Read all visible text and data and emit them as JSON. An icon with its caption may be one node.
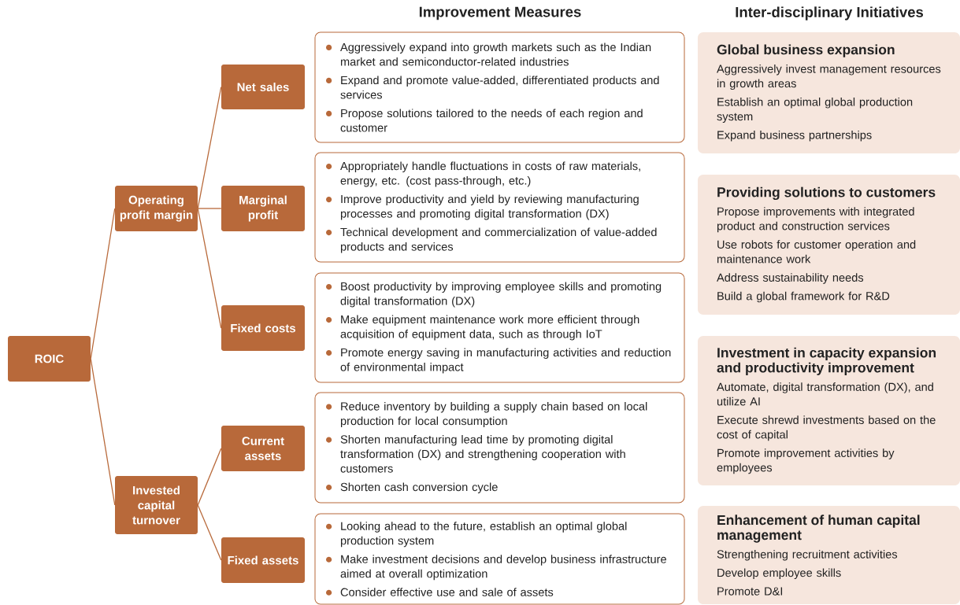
{
  "diagram": {
    "nodes": [
      {
        "text": [
          "ROIC"
        ]
      },
      {
        "text": [
          "Operating profit margin"
        ]
      },
      {
        "text": [
          "Invested capital turnover"
        ]
      },
      {
        "text": [
          "Net sales"
        ]
      },
      {
        "text": [
          "Marginal profit"
        ]
      },
      {
        "text": [
          "Fixed costs"
        ]
      },
      {
        "text": [
          "Current assets"
        ]
      },
      {
        "text": [
          "Fixed assets"
        ]
      },
      {
        "text": [
          "Aggressively expand into growth markets such as the Indian market and semiconductor-related industries",
          "Expand and promote value-added, differentiated products and services",
          "Propose solutions tailored to the needs of each region and customer"
        ]
      },
      {
        "text": [
          "Appropriately handle fluctuations in costs of raw materials, energy, etc. (cost pass-through, etc.)",
          "Improve productivity and yield by reviewing manufacturing processes and promoting digital transformation (DX)",
          "Technical development and commercialization of value-added products and services"
        ]
      },
      {
        "text": [
          "Boost productivity by improving employee skills and promoting digital transformation (DX)",
          "Make equipment maintenance work more efficient through acquisition of equipment data, such as through IoT",
          "Promote energy saving in manufacturing activities and reduction of environmental impact"
        ]
      },
      {
        "text": [
          "Reduce inventory by building a supply chain based on local production for local consumption",
          "Shorten manufacturing lead time by promoting digital transformation (DX) and strengthening cooperation with customers",
          "Shorten cash conversion cycle"
        ]
      },
      {
        "text": [
          "Looking ahead to the future, establish an optimal global production system",
          "Make investment decisions and develop business infrastructure aimed at overall optimization",
          "Consider effective use and sale of assets"
        ]
      },
      {
        "text": [
          "Global business expansion",
          "Aggressively invest management resources in growth areas",
          "Establish an optimal global production system",
          "Expand business partnerships"
        ]
      },
      {
        "text": [
          "Providing solutions to customers",
          "Propose improvements with integrated product and construction services",
          "Use robots for customer operation and maintenance work",
          "Address sustainability needs",
          "Build a global framework for R&D"
        ]
      },
      {
        "text": [
          "Investment in capacity expansion and productivity improvement",
          "Automate, digital transformation (DX), and utilize AI",
          "Execute shrewd investments based on the cost of capital",
          "Promote improvement activities by employees"
        ]
      },
      {
        "text": [
          "Enhancement of human capital management",
          "Strengthening recruitment activities",
          "Develop employee skills",
          "Promote D&I"
        ]
      }
    ],
    "edges": [
      {
        "from": 0,
        "to": 1,
        "arrow": "none"
      },
      {
        "from": 0,
        "to": 2,
        "arrow": "none"
      },
      {
        "from": 1,
        "to": 3,
        "arrow": "none"
      },
      {
        "from": 1,
        "to": 4,
        "arrow": "none"
      },
      {
        "from": 1,
        "to": 5,
        "arrow": "none"
      },
      {
        "from": 2,
        "to": 6,
        "arrow": "none"
      },
      {
        "from": 2,
        "to": 7,
        "arrow": "none"
      }
    ],
    "labels": [
      "Improvement Measures",
      "Inter-disciplinary Initiatives"
    ]
  }
}
